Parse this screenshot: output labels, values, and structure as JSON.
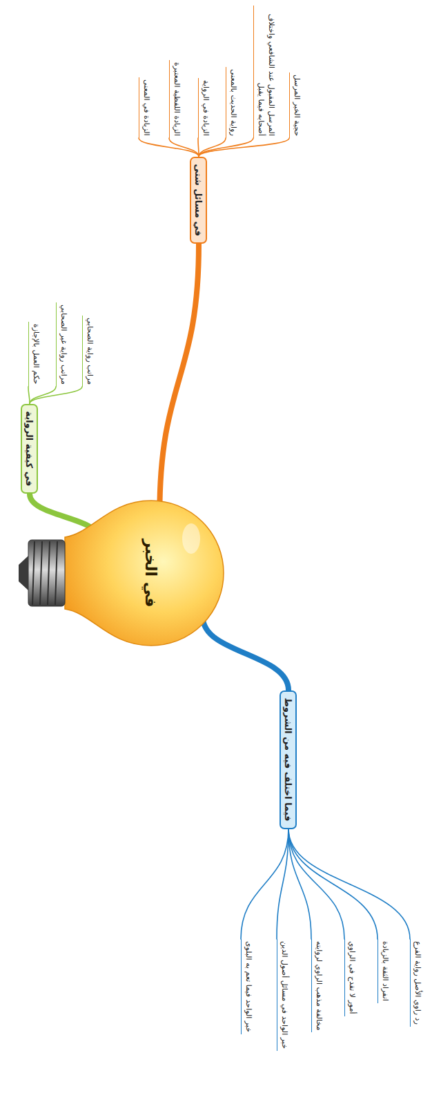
{
  "diagram": {
    "nodes": [
      {
        "text": [
          "في الخبر"
        ]
      },
      {
        "text": [
          "في مسائل شتى"
        ]
      },
      {
        "text": [
          "حجية الخبر المرسل"
        ]
      },
      {
        "text": [
          "المرسل المقبول عند الشافعي واختلاف أصحابه فيما يقبل"
        ]
      },
      {
        "text": [
          "رواية الحديث بالمعنى"
        ]
      },
      {
        "text": [
          "الزيادة في الرواية"
        ]
      },
      {
        "text": [
          "الزيادة اللفظية المعتبرة"
        ]
      },
      {
        "text": [
          "الزيادة في المعنى"
        ]
      },
      {
        "text": [
          "في كيفية الرواية"
        ]
      },
      {
        "text": [
          "مراتب رواية الصحابي"
        ]
      },
      {
        "text": [
          "مراتب رواية غير الصحابي"
        ]
      },
      {
        "text": [
          "حكم العمل بالإجازة"
        ]
      },
      {
        "text": [
          "فيما اختلف فيه من الشروط"
        ]
      },
      {
        "text": [
          "رد راوي الأصل رواية الفرع"
        ]
      },
      {
        "text": [
          "انفراد الثقة بالزيادة"
        ]
      },
      {
        "text": [
          "أمور لا تقدح في الراوي"
        ]
      },
      {
        "text": [
          "مخالفة مذهب الراوي لروايته"
        ]
      },
      {
        "text": [
          "خبر الواحد في مسائل أصول الدين"
        ]
      },
      {
        "text": [
          "خبر الواحد فيما تعم به البلوى"
        ]
      }
    ],
    "edges": [
      {
        "from": 0,
        "to": 1,
        "arrow": "none"
      },
      {
        "from": 1,
        "to": 2,
        "arrow": "none"
      },
      {
        "from": 1,
        "to": 3,
        "arrow": "none"
      },
      {
        "from": 1,
        "to": 4,
        "arrow": "none"
      },
      {
        "from": 1,
        "to": 5,
        "arrow": "none"
      },
      {
        "from": 1,
        "to": 6,
        "arrow": "none"
      },
      {
        "from": 1,
        "to": 7,
        "arrow": "none"
      },
      {
        "from": 0,
        "to": 8,
        "arrow": "none"
      },
      {
        "from": 8,
        "to": 9,
        "arrow": "none"
      },
      {
        "from": 8,
        "to": 10,
        "arrow": "none"
      },
      {
        "from": 8,
        "to": 11,
        "arrow": "none"
      },
      {
        "from": 0,
        "to": 12,
        "arrow": "none"
      },
      {
        "from": 12,
        "to": 13,
        "arrow": "none"
      },
      {
        "from": 12,
        "to": 14,
        "arrow": "none"
      },
      {
        "from": 12,
        "to": 15,
        "arrow": "none"
      },
      {
        "from": 12,
        "to": 16,
        "arrow": "none"
      },
      {
        "from": 12,
        "to": 17,
        "arrow": "none"
      },
      {
        "from": 12,
        "to": 18,
        "arrow": "none"
      }
    ]
  }
}
